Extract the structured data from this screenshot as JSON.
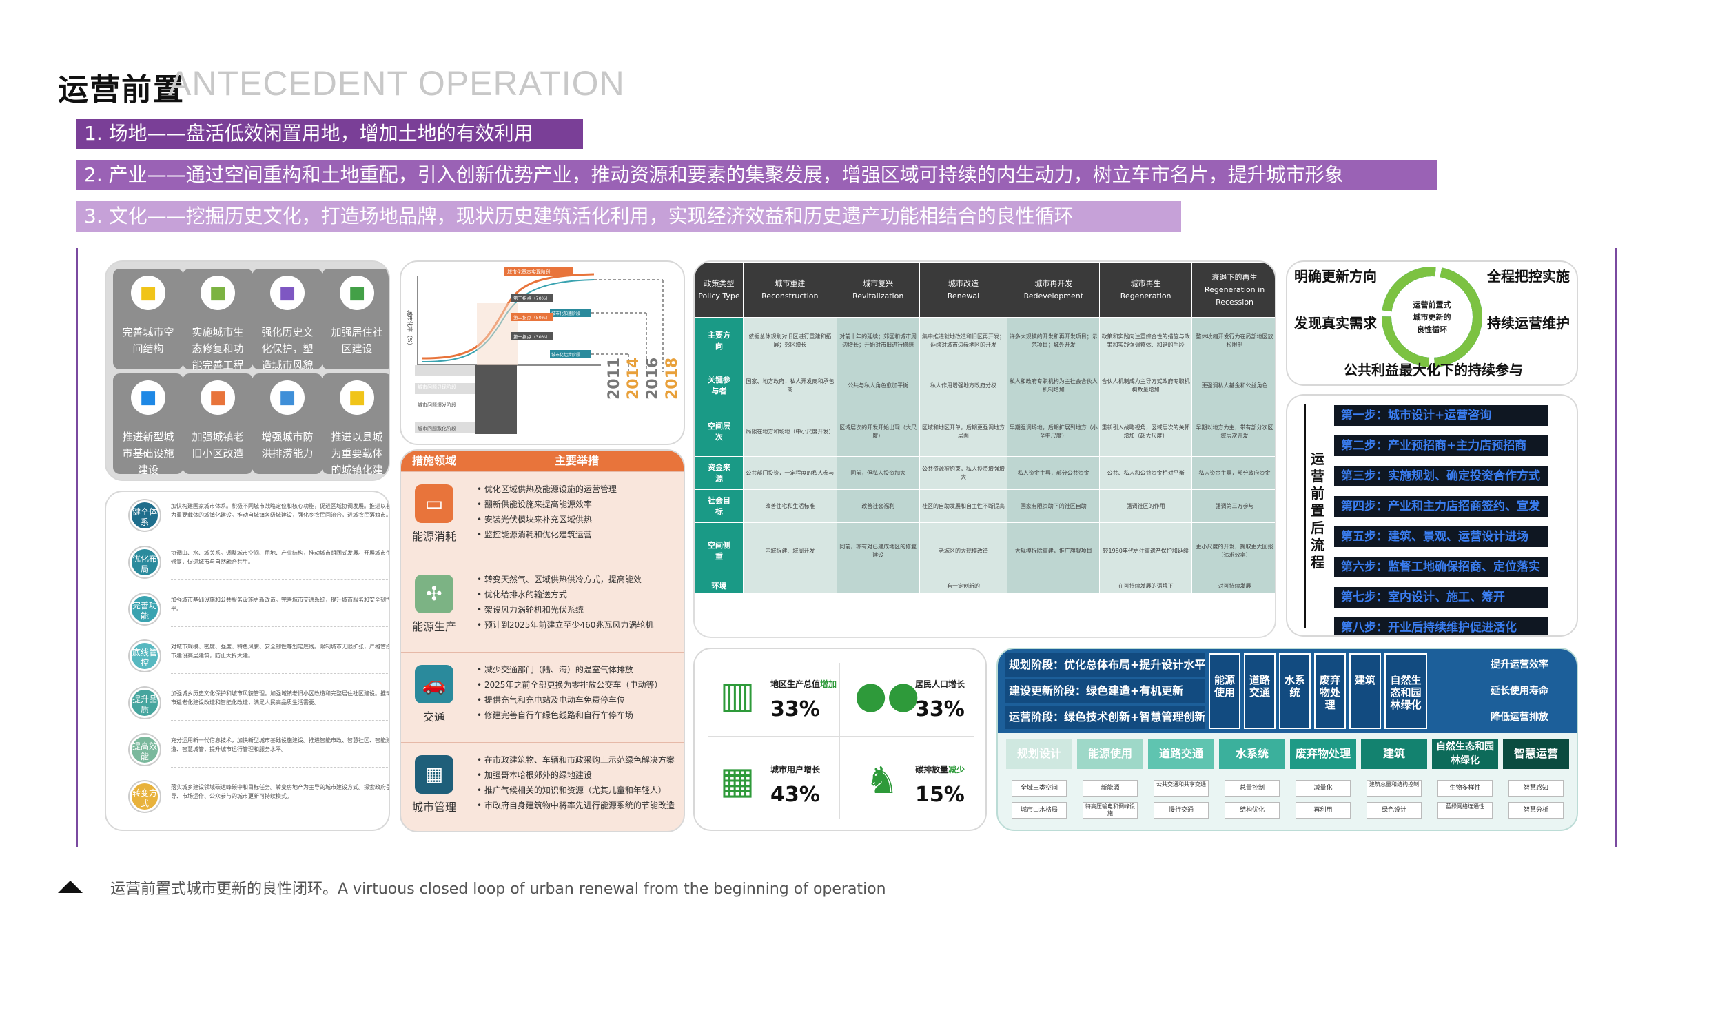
{
  "header": {
    "title_cn": "运营前置",
    "title_en": "ANTECEDENT OPERATION"
  },
  "bars": [
    {
      "text": "1. 场地——盘活低效闲置用地，增加土地的有效利用",
      "color": "#7a3f97"
    },
    {
      "text": "2. 产业——通过空间重构和土地重配，引入创新优势产业，推动资源和要素的集聚发展，增强区域可持续的内生动力，树立车市名片，提升城市形象",
      "color": "#9a62b5"
    },
    {
      "text": "3. 文化——挖掘历史文化，打造场地品牌，现状历史建筑活化利用，实现经济效益和历史遗产功能相结合的良性循环",
      "color": "#c6a1d8"
    }
  ],
  "tiles": [
    {
      "label": "完善城市空间结构",
      "icon": "house-icon",
      "color": "#f0c419"
    },
    {
      "label": "实施城市生态修复和功能完善工程",
      "icon": "tree-icon",
      "color": "#7cb342"
    },
    {
      "label": "强化历史文化保护，塑造城市风貌",
      "icon": "temple-icon",
      "color": "#7e57c2"
    },
    {
      "label": "加强居住社区建设",
      "icon": "building-icon",
      "color": "#43a047"
    },
    {
      "label": "推进新型城市基础设施建设",
      "icon": "factory-icon",
      "color": "#1e88e5"
    },
    {
      "label": "加强城镇老旧小区改造",
      "icon": "home-icon",
      "color": "#e8743b"
    },
    {
      "label": "增强城市防洪排涝能力",
      "icon": "wave-icon",
      "color": "#3f8fd8"
    },
    {
      "label": "推进以县城为重要载体的城镇化建设",
      "icon": "dots-icon",
      "color": "#f0c419"
    }
  ],
  "curve": {
    "ylabel": "城市化率（%）",
    "stages": [
      "城市化基本实现阶段",
      "城市化加速阶段",
      "城市化起步阶段"
    ],
    "points": [
      "第三拐点（70%）",
      "第二拐点（50%）",
      "第一拐点（30%）"
    ],
    "years": [
      "2011",
      "2014",
      "2016",
      "2018"
    ],
    "notes": [
      "城市问题显现阶段",
      "城市问题爆发阶段",
      "城市问题激化阶段"
    ]
  },
  "blue_rows": [
    {
      "tag": "健全体系",
      "color": "#1f6e8c",
      "text": "加快构建国家城市体系。积极不同城市战略定位和核心功能，促进区域协调发展。推进以县城为重要载体的城镇化建设。推动自城镇各级城建设，强化乡农民回流合，进城农民落籍市。"
    },
    {
      "tag": "优化布局",
      "color": "#2a8a9c",
      "text": "协调山、水、城关系。调整城市空间、用地、产业结构，推动城市组团式发展。开展城市生态修复，促进城市与自然融合共生。"
    },
    {
      "tag": "完善功能",
      "color": "#3aa3b0",
      "text": "加强城市基础设施和公共服务设施更新改造。完善城市交通系统，提升城市服务和安全韧性水平。"
    },
    {
      "tag": "底线管控",
      "color": "#57b8c0",
      "text": "对城市规模、密度、强度、特色风貌、安全韧性等划定底线。限制城市无限扩张，严格管控城市建设高层建筑，防止大拆大建。"
    },
    {
      "tag": "提升品质",
      "color": "#46a59e",
      "text": "加强城乡历史文化保护和城市风貌管理。加强城镇老旧小区改造和完整居住社区建设。推动城市适老化建设改造和智能化改造，满足人民高品质生活需要。"
    },
    {
      "tag": "提高效能",
      "color": "#7ab89c",
      "text": "充分运用新一代信息技术，加快新型城市基础设施建设。推进智能市政、智慧社区、智能建造、智慧城管，提升城市运行管理和服务水平。"
    },
    {
      "tag": "转变方式",
      "color": "#e8b23c",
      "text": "落实城乡建设领域碳达峰碳中和目标任务。转变房地产为主导的城市建设方式。探索政府引导、市场运作、公众参与的城市更新可持续模式。"
    }
  ],
  "measures": {
    "head1": "措施领域",
    "head2": "主要举措",
    "rows": [
      {
        "title": "能源消耗",
        "color": "#e8743b",
        "icon": "battery-icon",
        "glyph": "▭",
        "items": [
          "优化区域供热及能源设施的运营管理",
          "翻新供能设施来提高能源效率",
          "安装光伏模块来补充区域供热",
          "监控能源消耗和优化建筑运营"
        ]
      },
      {
        "title": "能源生产",
        "color": "#7cb384",
        "icon": "windmill-icon",
        "glyph": "✣",
        "items": [
          "转变天然气、区域供热供冷方式，提高能效",
          "优化给排水的输送方式",
          "架设风力涡轮机和光伏系统",
          "预计到2025年前建立至少460兆瓦风力涡轮机"
        ]
      },
      {
        "title": "交通",
        "color": "#2a8a9c",
        "icon": "car-icon",
        "glyph": "🚗",
        "items": [
          "减少交通部门（陆、海）的温室气体排放",
          "2025年之前全部更换为零排放公交车（电动等）",
          "提供充气和充电站及电动车免费停车位",
          "修建完善自行车绿色线路和自行车停车场"
        ]
      },
      {
        "title": "城市管理",
        "color": "#1f5f7a",
        "icon": "office-icon",
        "glyph": "▦",
        "items": [
          "在市政建筑物、车辆和市政采购上示范绿色解决方案",
          "加强哥本哈根郊外的绿地建设",
          "推广气候相关的知识和资源（尤其儿童和年轻人）",
          "市政府自身建筑物中将率先进行能源系统的节能改造"
        ]
      }
    ]
  },
  "policy": {
    "headers": [
      {
        "cn": "政策类型",
        "en": "Policy Type"
      },
      {
        "cn": "城市重建",
        "en": "Reconstruction"
      },
      {
        "cn": "城市复兴",
        "en": "Revitalization"
      },
      {
        "cn": "城市改造",
        "en": "Renewal"
      },
      {
        "cn": "城市再开发",
        "en": "Redevelopment"
      },
      {
        "cn": "城市再生",
        "en": "Regeneration"
      },
      {
        "cn": "衰退下的再生",
        "en": "Regeneration in Recession"
      }
    ],
    "rows": [
      {
        "label": "主要方向",
        "cells": [
          "依据总体规划对旧区进行重建和拓展；郊区增长",
          "对前十年的延续；郊区和城市周边增长；开始对市旧进行修缮",
          "集中推进就地改造和旧区再开发；延续对城市边缘地区的开发",
          "许多大规模的开发和再开发项目；示范项目；城外开发",
          "政策和实践向注重综合性的措施与政策和实践强调整体、和谐的手段",
          "整体收缩开发行为在局部地区放松限制"
        ]
      },
      {
        "label": "关键参与者",
        "cells": [
          "国家、地方政府；私人开发商和承包商",
          "公共与私人角色愈加平衡",
          "私人作用增强地方政府分权",
          "私人和政府专职机构为主社会合伙人机制增加",
          "合伙人机制成为主导方式政府专职机构数量增加",
          "更强调私人基金和公益角色"
        ]
      },
      {
        "label": "空间层次",
        "cells": [
          "局限在地方和场地（中小尺度开发）",
          "区域层次的开发开始出现（大尺度）",
          "区域和地区开单，后期更强调地方层面",
          "早期强调场地，后期扩展到地方（小至中尺度）",
          "重新引入战略视角，区域层次的关怀增加（超大尺度）",
          "早期以地方为主，带有部分次区域层次开发"
        ]
      },
      {
        "label": "资金来源",
        "cells": [
          "公共部门投资，一定程度的私人参与",
          "同前，但私人投资加大",
          "公共资源被约束，私人投资增强增大",
          "私人资金主导，部分公共资金",
          "公共、私人和公益资金相对平衡",
          "私人资金主导，部分政府资金"
        ]
      },
      {
        "label": "社会目标",
        "cells": [
          "改善住宅和生活标准",
          "改善社会福利",
          "社区的自助发展和自主性不断提高",
          "国家有限资助下的社区自助",
          "强调社区的作用",
          "强调第三方参与"
        ]
      },
      {
        "label": "空间侧重",
        "cells": [
          "内城拆建、城周开发",
          "同前，亦有对已建成地区的修复建设",
          "老城区的大规模改造",
          "大规模拆除重建，推广旗舰项目",
          "较1980年代更注重遗产保护和延续",
          "更小尺度的开发，提取更大回报（追求效率）"
        ]
      },
      {
        "label": "环境",
        "cells": [
          "",
          "",
          "有一定创新的",
          "",
          "在可持续发展的语境下",
          "对可持续发展"
        ]
      }
    ]
  },
  "stats": [
    {
      "label": "地区生产总值",
      "emph": "增加",
      "value": "33%",
      "icon": "bar-growth-icon"
    },
    {
      "label": "居民人口增长",
      "emph": "",
      "value": "33%",
      "icon": "people-icon"
    },
    {
      "label": "城市用户增长",
      "emph": "",
      "value": "43%",
      "icon": "city-building-icon"
    },
    {
      "label": "碳排放量",
      "emph": "减少",
      "value": "15%",
      "icon": "footprint-icon"
    }
  ],
  "cycle": {
    "center": [
      "运营前置式",
      "城市更新的",
      "良性循环"
    ],
    "labels": [
      "明确更新方向",
      "全程把控实施",
      "发现真实需求",
      "持续运营维护",
      "公共利益最大化下的持续参与"
    ]
  },
  "process": {
    "vertical_title": "运营前置后流程",
    "steps": [
      "第一步：城市设计+运营咨询",
      "第二步：产业预招商+主力店预招商",
      "第三步：实施规划、确定投资合作方式",
      "第四步：产业和主力店招商签约、宣发",
      "第五步：建筑、景观、运营设计进场",
      "第六步：监督工地确保招商、定位落实",
      "第七步：室内设计、施工、筹开",
      "第八步：开业后持续维护促进活化"
    ]
  },
  "stages": {
    "rows": [
      "规划阶段：优化总体布局+提升设计水平",
      "建设更新阶段：绿色建造+有机更新",
      "运营阶段：绿色技术创新+智慧管理创新"
    ],
    "columns": [
      "能源使用",
      "道路交通",
      "水系统",
      "废弃物处理",
      "建筑",
      "自然生态和园林绿化"
    ],
    "goals": [
      "提升运营效率",
      "延长使用寿命",
      "降低运营排放"
    ],
    "categories": [
      {
        "name": "规划设计",
        "color": "#cfe8e0"
      },
      {
        "name": "能源使用",
        "color": "#9ed8c8"
      },
      {
        "name": "道路交通",
        "color": "#5fc4b0"
      },
      {
        "name": "水系统",
        "color": "#3bb09c"
      },
      {
        "name": "废弃物处理",
        "color": "#1e9a86"
      },
      {
        "name": "建筑",
        "color": "#13826f"
      },
      {
        "name": "自然生态和园林绿化",
        "color": "#0d6b5a"
      },
      {
        "name": "智慧运营",
        "color": "#0a4c40"
      }
    ],
    "subitems": [
      [
        "全域三类空间",
        "城市山水格局"
      ],
      [
        "新能源",
        "特高压输电和调峰设施"
      ],
      [
        "公共交通和共享交通",
        "慢行交通"
      ],
      [
        "总量控制",
        "结构优化"
      ],
      [
        "减量化",
        "再利用"
      ],
      [
        "建筑总量和结构控制",
        "绿色设计"
      ],
      [
        "生物多样性",
        "蓝绿网络连通性"
      ],
      [
        "智慧感知",
        "智慧分析"
      ]
    ]
  },
  "caption": {
    "icon": "triangle-icon",
    "text": "运营前置式城市更新的良性闭环。A virtuous closed loop of urban renewal from the beginning of operation"
  }
}
